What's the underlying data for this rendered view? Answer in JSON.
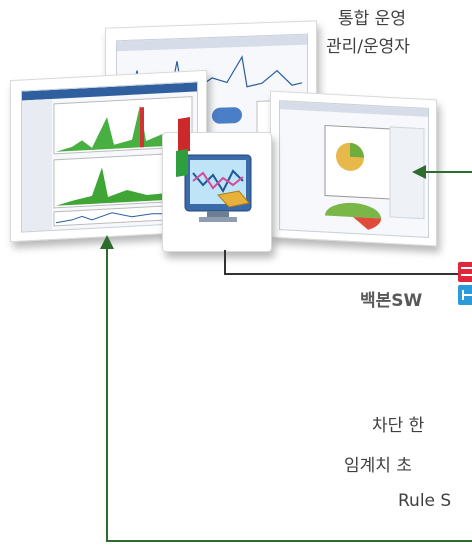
{
  "labels": {
    "operation_line1": "통합 운영",
    "operation_line2": "관리/운영자",
    "backbone": "백본SW",
    "note_line1": "차단 한",
    "note_line2": "임계치 초",
    "note_line3": "Rule S"
  },
  "colors": {
    "connector_dark": "#333333",
    "connector_green": "#2e6b2e",
    "switch_red": "#e0263a",
    "switch_blue": "#2a9bd8"
  },
  "icons": [
    "monitor-chart-icon",
    "switch-red-icon",
    "switch-blue-icon",
    "arrow-head-icon"
  ]
}
